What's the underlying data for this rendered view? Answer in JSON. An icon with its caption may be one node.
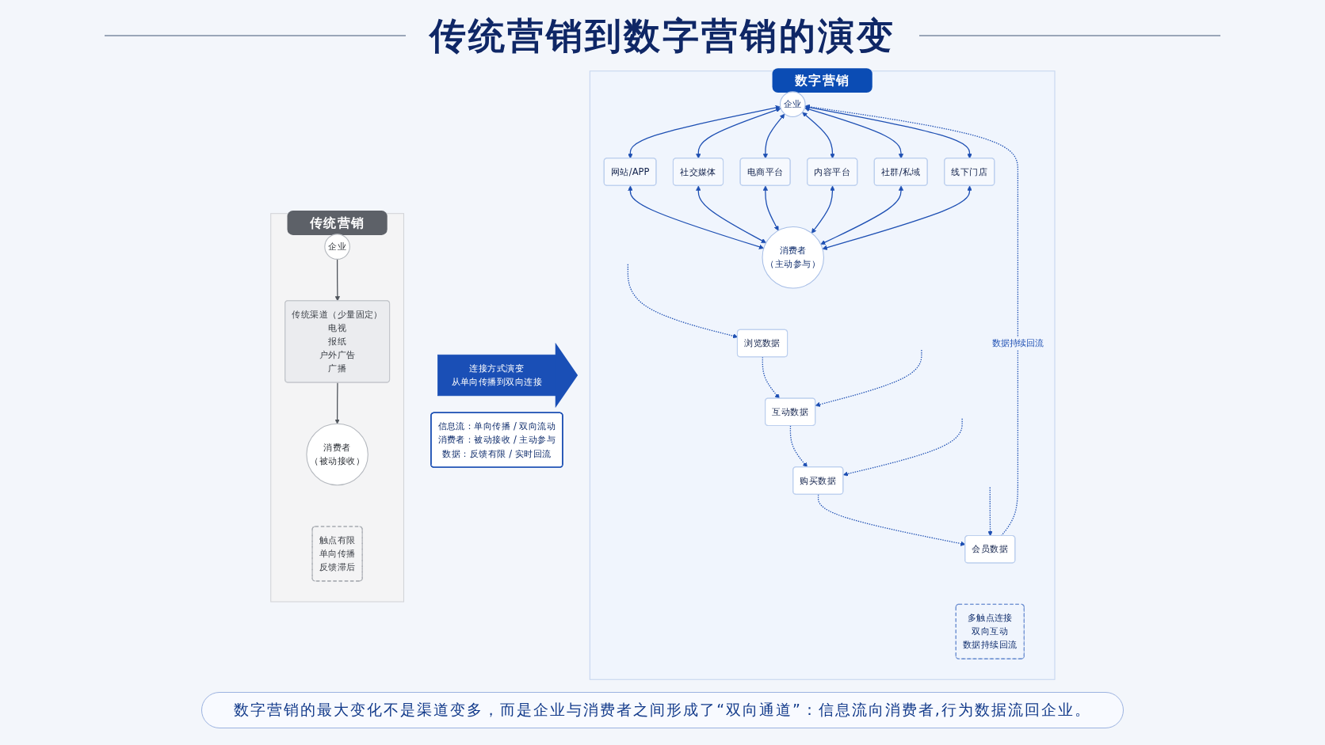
{
  "diagram": {
    "title": "传统营销到数字营销的演变",
    "caption": "数字营销的最大变化不是渠道变多，而是企业与消费者之间形成了“双向通道”：信息流向消费者,行为数据流回企业。",
    "nodes": [
      {
        "text": [
          "传统营销"
        ]
      },
      {
        "text": [
          "企业"
        ],
        "in": 0
      },
      {
        "text": [
          "传统渠道（少量固定）",
          "电视",
          "报纸",
          "户外广告",
          "广播"
        ],
        "in": 0
      },
      {
        "text": [
          "消费者",
          "（被动接收）"
        ],
        "in": 0
      },
      {
        "text": [
          "触点有限",
          "单向传播",
          "反馈滞后"
        ],
        "in": 0
      },
      {
        "text": [
          "连接方式演变",
          "从单向传播到双向连接"
        ]
      },
      {
        "text": [
          "数字营销"
        ]
      },
      {
        "text": [
          "企业"
        ],
        "in": 6
      },
      {
        "text": [
          "网站/APP"
        ],
        "in": 6
      },
      {
        "text": [
          "社交媒体"
        ],
        "in": 6
      },
      {
        "text": [
          "电商平台"
        ],
        "in": 6
      },
      {
        "text": [
          "内容平台"
        ],
        "in": 6
      },
      {
        "text": [
          "社群/私域"
        ],
        "in": 6
      },
      {
        "text": [
          "线下门店"
        ],
        "in": 6
      },
      {
        "text": [
          "消费者",
          "（主动参与）"
        ],
        "in": 6
      },
      {
        "text": [
          "浏览数据"
        ],
        "in": 6
      },
      {
        "text": [
          "互动数据"
        ],
        "in": 6
      },
      {
        "text": [
          "购买数据"
        ],
        "in": 6
      },
      {
        "text": [
          "会员数据"
        ],
        "in": 6
      },
      {
        "text": [
          "多触点连接",
          "双向互动",
          "数据持续回流"
        ],
        "in": 6
      },
      {
        "text": [
          "信息流：单向传播 / 双向流动",
          "消费者：被动接收 / 主动参与",
          "数据：反馈有限 / 实时回流"
        ]
      }
    ],
    "edges": [
      {
        "from": 1,
        "to": 2,
        "arrow": "to",
        "color": "#4f545b"
      },
      {
        "from": 2,
        "to": 3,
        "arrow": "to",
        "color": "#4f545b"
      },
      {
        "from": 7,
        "to": 8,
        "arrow": "both"
      },
      {
        "from": 7,
        "to": 9,
        "arrow": "both"
      },
      {
        "from": 7,
        "to": 10,
        "arrow": "both"
      },
      {
        "from": 7,
        "to": 11,
        "arrow": "both"
      },
      {
        "from": 7,
        "to": 12,
        "arrow": "both"
      },
      {
        "from": 7,
        "to": 13,
        "arrow": "both"
      },
      {
        "from": 8,
        "to": 14,
        "arrow": "both"
      },
      {
        "from": 9,
        "to": 14,
        "arrow": "both"
      },
      {
        "from": 10,
        "to": 14,
        "arrow": "both"
      },
      {
        "from": 11,
        "to": 14,
        "arrow": "both"
      },
      {
        "from": 12,
        "to": 14,
        "arrow": "both"
      },
      {
        "from": 13,
        "to": 14,
        "arrow": "both"
      },
      {
        "from": 15,
        "to": 16,
        "arrow": "to",
        "style": "dashed"
      },
      {
        "from": 16,
        "to": 17,
        "arrow": "to",
        "style": "dashed"
      },
      {
        "from": 17,
        "to": 18,
        "arrow": "to",
        "style": "dashed"
      },
      {
        "from": 18,
        "to": 7,
        "arrow": "to",
        "style": "dashed",
        "label": "数据持续回流"
      },
      {
        "from": null,
        "to": 15,
        "arrow": "to",
        "style": "dashed"
      },
      {
        "from": null,
        "to": 16,
        "arrow": "to",
        "style": "dashed"
      },
      {
        "from": null,
        "to": 17,
        "arrow": "to",
        "style": "dashed"
      },
      {
        "from": null,
        "to": 18,
        "arrow": "to",
        "style": "dashed"
      }
    ]
  }
}
